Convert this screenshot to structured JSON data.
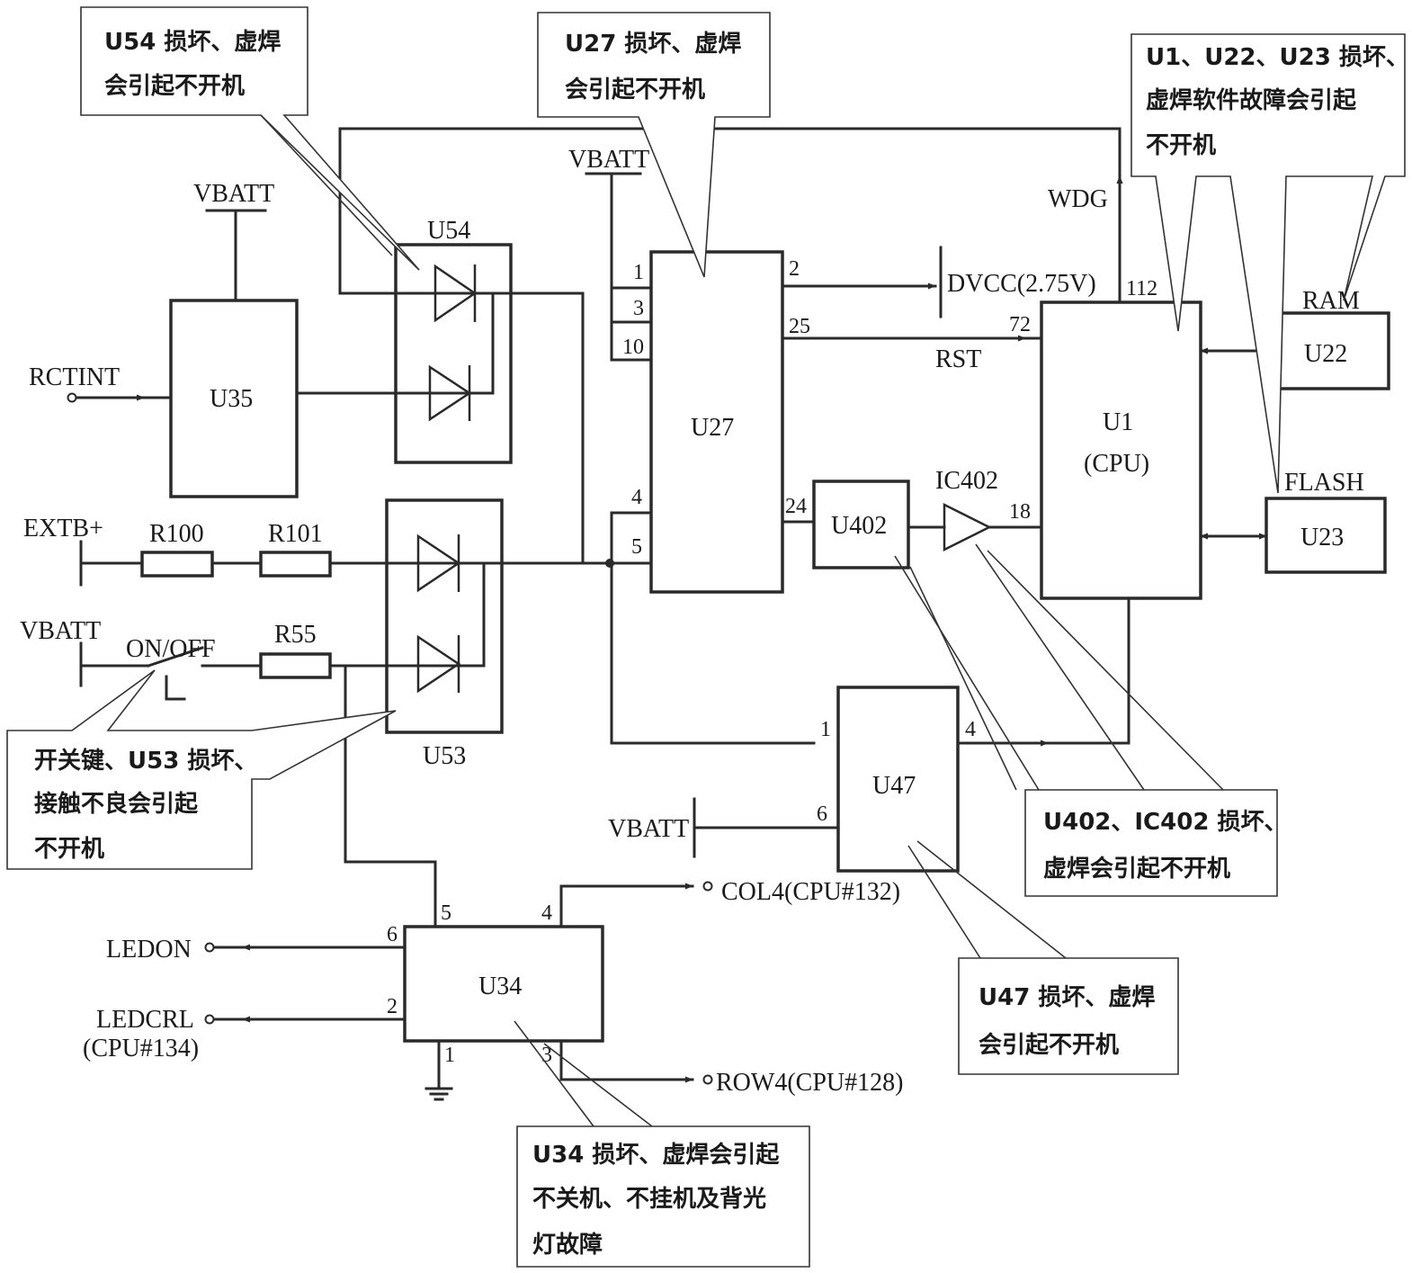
{
  "components": {
    "u54": "U54",
    "u35": "U35",
    "u53": "U53",
    "u27": "U27",
    "u1_line1": "U1",
    "u1_line2": "(CPU)",
    "u22": "U22",
    "u23": "U23",
    "u402": "U402",
    "ic402": "IC402",
    "u47": "U47",
    "u34": "U34",
    "r100": "R100",
    "r101": "R101",
    "r55": "R55",
    "ram": "RAM",
    "flash": "FLASH"
  },
  "nets": {
    "vbatt_u35": "VBATT",
    "vbatt_u27": "VBATT",
    "vbatt_left": "VBATT",
    "vbatt_u47": "VBATT",
    "rctint": "RCTINT",
    "extb": "EXTB+",
    "onoff": "ON/OFF",
    "wdg": "WDG",
    "dvcc": "DVCC(2.75V)",
    "rst": "RST",
    "col4": "COL4(CPU#132)",
    "row4": "ROW4(CPU#128)",
    "ledon": "LEDON",
    "ledcrl": "LEDCRL",
    "ledcrl_sub": "(CPU#134)"
  },
  "pins": {
    "u27_1": "1",
    "u27_3": "3",
    "u27_10": "10",
    "u27_2": "2",
    "u27_25": "25",
    "u27_4": "4",
    "u27_5": "5",
    "u27_24": "24",
    "u1_112": "112",
    "u1_72": "72",
    "u1_18": "18",
    "u47_1": "1",
    "u47_4": "4",
    "u47_6": "6",
    "u34_5": "5",
    "u34_4": "4",
    "u34_6": "6",
    "u34_2": "2",
    "u34_1": "1",
    "u34_3": "3"
  },
  "callouts": {
    "u54_l1": "U54 损坏、虚焊",
    "u54_l2": "会引起不开机",
    "u27_l1": "U27 损坏、虚焊",
    "u27_l2": "会引起不开机",
    "u1_l1": "U1、U22、U23 损坏、",
    "u1_l2": "虚焊软件故障会引起",
    "u1_l3": "不开机",
    "sw_l1": "开关键、U53 损坏、",
    "sw_l2": "接触不良会引起",
    "sw_l3": "不开机",
    "u402_l1": "U402、IC402 损坏、",
    "u402_l2": "虚焊会引起不开机",
    "u47_l1": "U47 损坏、虚焊",
    "u47_l2": "会引起不开机",
    "u34_l1": "U34 损坏、虚焊会引起",
    "u34_l2": "不关机、不挂机及背光",
    "u34_l3": "灯故障"
  }
}
